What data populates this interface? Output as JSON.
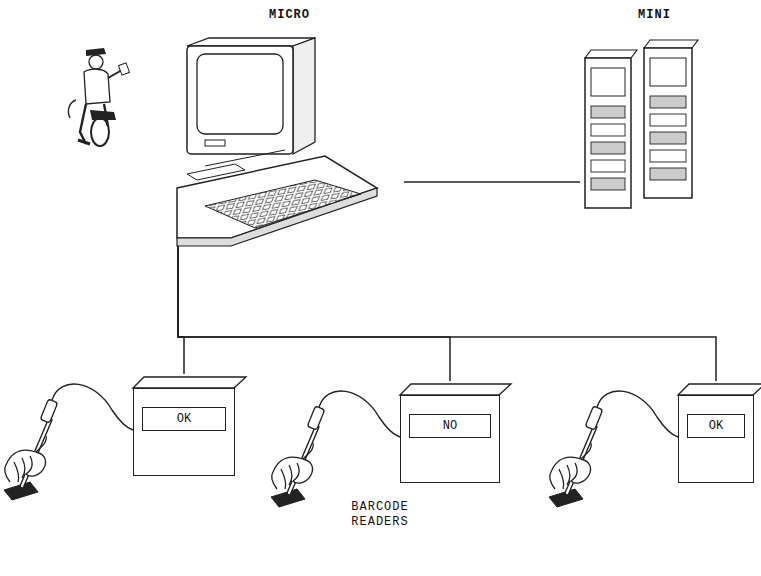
{
  "diagram": {
    "nodes": [
      {
        "text": [
          "MICRO"
        ]
      },
      {
        "text": [
          "MINI"
        ]
      },
      {
        "text": [
          "OK"
        ]
      },
      {
        "text": [
          "NO"
        ]
      },
      {
        "text": [
          "OK"
        ]
      }
    ],
    "edges": [
      {
        "from": 0,
        "to": 1,
        "arrow": "none"
      },
      {
        "from": 0,
        "to": 2,
        "arrow": "none"
      },
      {
        "from": 0,
        "to": 3,
        "arrow": "none"
      },
      {
        "from": 0,
        "to": 4,
        "arrow": "none"
      }
    ],
    "labels": [
      "BARCODE READERS"
    ]
  }
}
